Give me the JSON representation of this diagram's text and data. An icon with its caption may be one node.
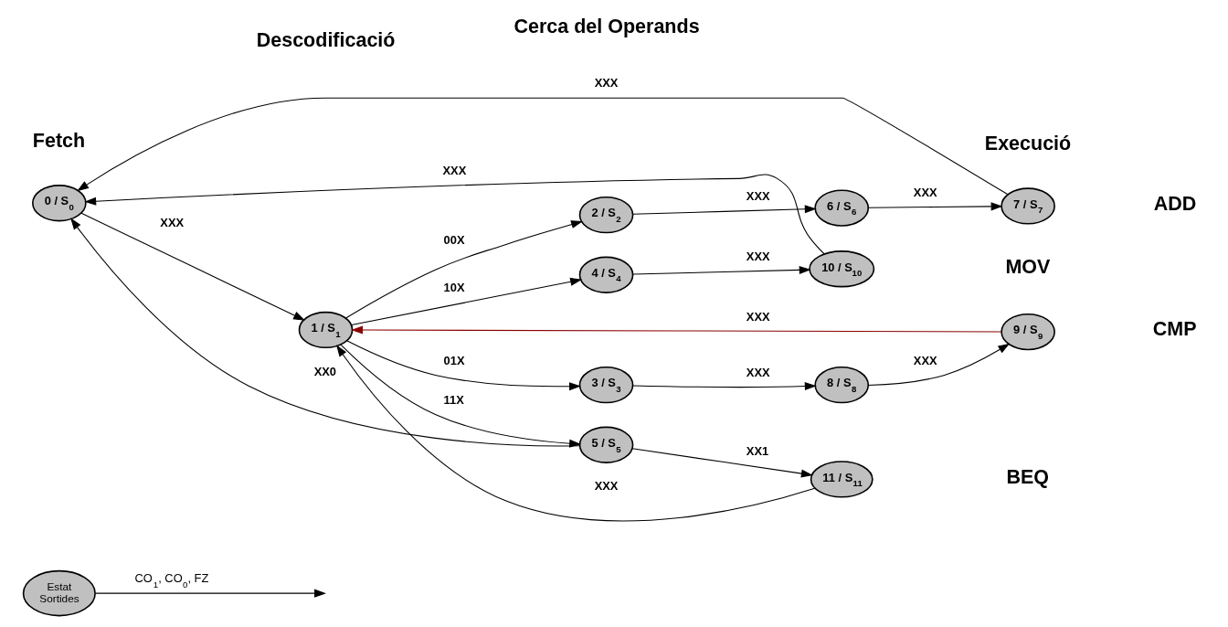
{
  "diagram": {
    "nodes": [
      {
        "text": [
          "Estat",
          "Sortides"
        ]
      },
      {
        "text": [
          "0 / S$_{0}$"
        ]
      },
      {
        "text": [
          "1 / S$_{1}$"
        ]
      },
      {
        "text": [
          "2 / S$_{2}$"
        ]
      },
      {
        "text": [
          "6 / S$_{6}$"
        ]
      },
      {
        "text": [
          "7 / S$_{7}$"
        ]
      },
      {
        "text": [
          "3 / S$_{3}$"
        ]
      },
      {
        "text": [
          "8 / S$_{8}$"
        ]
      },
      {
        "text": [
          "9 / S$_{9}$"
        ]
      },
      {
        "text": [
          "4 / S$_{4}$"
        ]
      },
      {
        "text": [
          "10 / S$_{10}$"
        ]
      },
      {
        "text": [
          "5 / S$_{5}$"
        ]
      },
      {
        "text": [
          "11 / S$_{11}$"
        ]
      }
    ],
    "edges": [
      {
        "from": 0,
        "to": null,
        "arrow": "to",
        "label": "CO$_{1}$, CO$_{0}$, FZ"
      },
      {
        "from": 1,
        "to": 2,
        "arrow": "to",
        "label": "XXX"
      },
      {
        "from": 2,
        "to": 3,
        "arrow": "to",
        "label": "00X"
      },
      {
        "from": 3,
        "to": 4,
        "arrow": "to",
        "label": "XXX"
      },
      {
        "from": 4,
        "to": 5,
        "arrow": "to",
        "label": "XXX"
      },
      {
        "from": 5,
        "to": 1,
        "arrow": "to",
        "label": "XXX"
      },
      {
        "from": 2,
        "to": 6,
        "arrow": "to",
        "label": "01X"
      },
      {
        "from": 6,
        "to": 7,
        "arrow": "to",
        "label": "XXX"
      },
      {
        "from": 7,
        "to": 8,
        "arrow": "to",
        "label": "XXX"
      },
      {
        "from": 8,
        "to": 2,
        "arrow": "to",
        "label": "XXX",
        "color": "#8b0000"
      },
      {
        "from": 2,
        "to": 9,
        "arrow": "to",
        "label": "10X"
      },
      {
        "from": 9,
        "to": 10,
        "arrow": "to",
        "label": "XXX"
      },
      {
        "from": 10,
        "to": 1,
        "arrow": "to",
        "label": "XXX"
      },
      {
        "from": 2,
        "to": 11,
        "arrow": "to",
        "label": "11X"
      },
      {
        "from": 11,
        "to": 12,
        "arrow": "to",
        "label": "XX1"
      },
      {
        "from": 12,
        "to": 2,
        "arrow": "to",
        "label": "XXX"
      },
      {
        "from": 11,
        "to": 1,
        "arrow": "to",
        "label": "XX0"
      }
    ],
    "labels": [
      "ADD",
      "CMP",
      "MOV",
      "BEQ",
      "Fetch",
      "Descodificació",
      "Cerca del Operands",
      "Execució"
    ]
  }
}
